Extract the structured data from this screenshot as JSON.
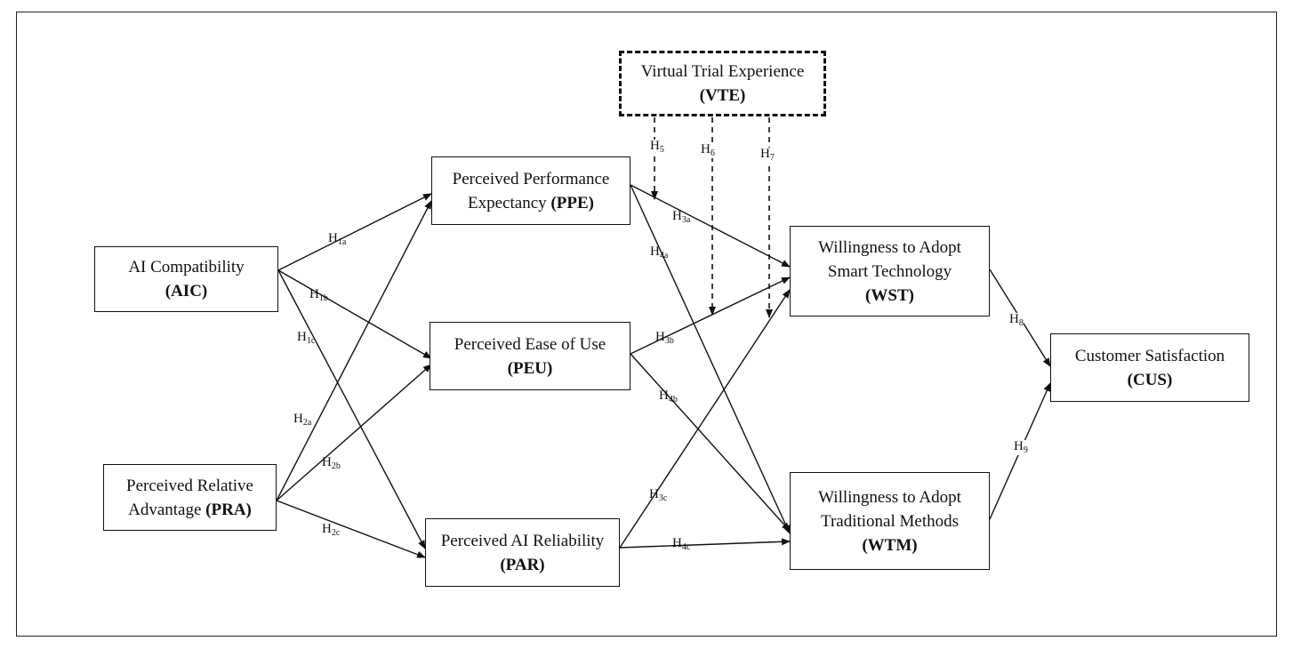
{
  "nodes": {
    "aic": {
      "line1": "AI Compatibility",
      "line2_pre": "",
      "line2_bold": "(AIC)"
    },
    "pra": {
      "line1": "Perceived Relative",
      "line2_pre": "Advantage ",
      "line2_bold": "(PRA)"
    },
    "ppe": {
      "line1": "Perceived Performance",
      "line2_pre": "Expectancy ",
      "line2_bold": "(PPE)"
    },
    "peu": {
      "line1": "Perceived Ease of Use",
      "line2_pre": "",
      "line2_bold": "(PEU)"
    },
    "par": {
      "line1": "Perceived AI Reliability",
      "line2_pre": "",
      "line2_bold": "(PAR)"
    },
    "vte": {
      "line1": "Virtual Trial Experience",
      "line2_pre": "",
      "line2_bold": "(VTE)"
    },
    "wst": {
      "line1": "Willingness to Adopt",
      "line1b": "Smart Technology",
      "line2_bold": "(WST)"
    },
    "wtm": {
      "line1": "Willingness to Adopt",
      "line1b": "Traditional Methods",
      "line2_bold": "(WTM)"
    },
    "cus": {
      "line1": "Customer Satisfaction",
      "line2_pre": "",
      "line2_bold": "(CUS)"
    }
  },
  "hypotheses": {
    "h1a": {
      "base": "H",
      "sub": "1a"
    },
    "h1b": {
      "base": "H",
      "sub": "1b"
    },
    "h1c": {
      "base": "H",
      "sub": "1c"
    },
    "h2a": {
      "base": "H",
      "sub": "2a"
    },
    "h2b": {
      "base": "H",
      "sub": "2b"
    },
    "h2c": {
      "base": "H",
      "sub": "2c"
    },
    "h3a": {
      "base": "H",
      "sub": "3a"
    },
    "h3b": {
      "base": "H",
      "sub": "3b"
    },
    "h3c": {
      "base": "H",
      "sub": "3c"
    },
    "h4a": {
      "base": "H",
      "sub": "4a"
    },
    "h4b": {
      "base": "H",
      "sub": "4b"
    },
    "h4c": {
      "base": "H",
      "sub": "4c"
    },
    "h5": {
      "base": "H",
      "sub": "5"
    },
    "h6": {
      "base": "H",
      "sub": "6"
    },
    "h7": {
      "base": "H",
      "sub": "7"
    },
    "h8": {
      "base": "H",
      "sub": "8"
    },
    "h9": {
      "base": "H",
      "sub": "9"
    }
  }
}
